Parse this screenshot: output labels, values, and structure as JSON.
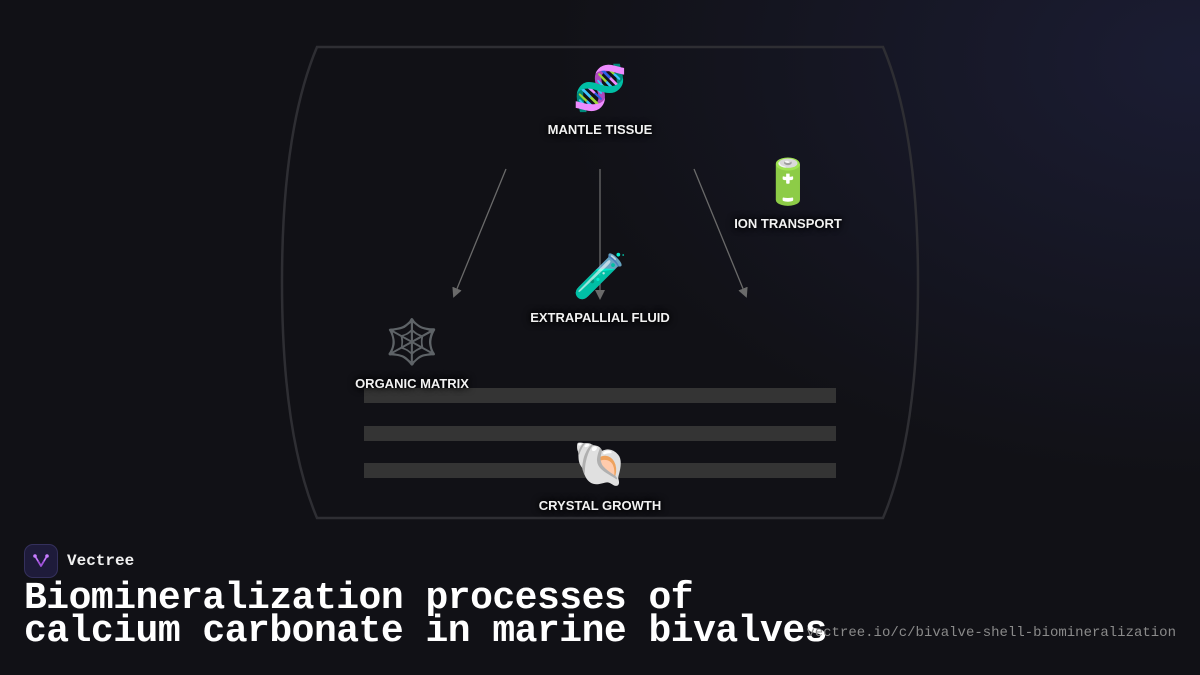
{
  "brand": {
    "name": "Vectree"
  },
  "title": {
    "line1": "Biomineralization processes of",
    "line2": "calcium carbonate in marine bivalves"
  },
  "url": "vectree.io/c/bivalve-shell-biomineralization",
  "nodes": {
    "mantle_tissue": {
      "label": "MANTLE TISSUE",
      "icon": "dna-icon",
      "emoji": "🧬"
    },
    "ion_transport": {
      "label": "ION TRANSPORT",
      "icon": "battery-icon",
      "emoji": "🔋"
    },
    "extrapallial_fluid": {
      "label": "EXTRAPALLIAL FLUID",
      "icon": "test-tube-icon",
      "emoji": "🧪"
    },
    "organic_matrix": {
      "label": "ORGANIC MATRIX",
      "icon": "spider-web-icon",
      "emoji": "🕸️"
    },
    "crystal_growth": {
      "label": "CRYSTAL GROWTH",
      "icon": "spiral-shell-icon",
      "emoji": "🐚"
    }
  },
  "colors": {
    "background": "#111116",
    "outline": "#2e2e33",
    "arrow": "#6a6a6a",
    "layer": "#343434",
    "label": "#f2f2f2",
    "url": "#8a8a8a",
    "brand_accent": "#a052d9"
  }
}
